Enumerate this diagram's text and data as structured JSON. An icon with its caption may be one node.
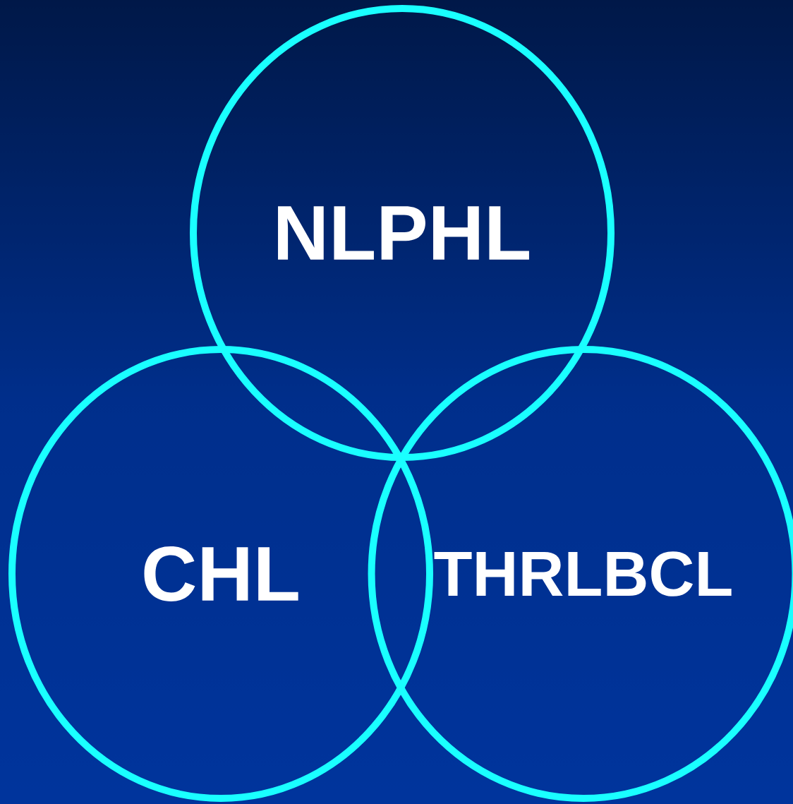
{
  "diagram": {
    "nodes": [
      {
        "text": [
          "NLPHL"
        ]
      },
      {
        "text": [
          "CHL"
        ]
      },
      {
        "text": [
          "THRLBCL"
        ]
      }
    ]
  }
}
